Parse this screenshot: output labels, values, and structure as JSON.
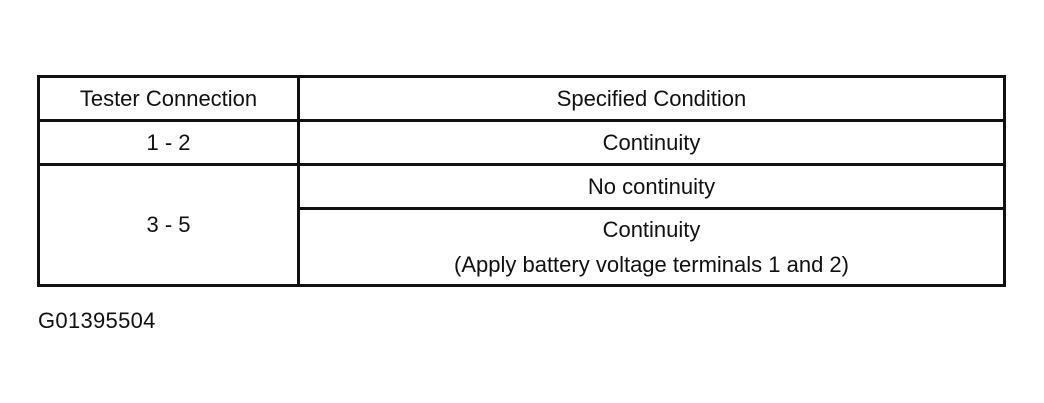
{
  "table": {
    "headers": {
      "connection": "Tester Connection",
      "condition": "Specified Condition"
    },
    "rows": [
      {
        "connection": "1 - 2",
        "conditions": [
          "Continuity"
        ]
      },
      {
        "connection": "3 - 5",
        "conditions": [
          "No continuity",
          "Continuity",
          "(Apply battery voltage terminals 1 and 2)"
        ]
      }
    ]
  },
  "figure_id": "G01395504"
}
